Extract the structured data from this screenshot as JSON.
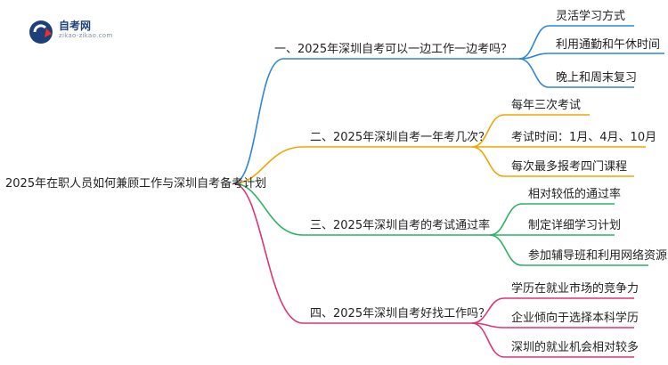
{
  "logo": {
    "title": "自考网",
    "subtitle": "zikao-zikao.com",
    "icon": "zikao-logo-icon"
  },
  "colors": {
    "branch1": "#2f86d6",
    "branch2": "#f0a500",
    "branch3": "#28b463",
    "branch4": "#e0327a"
  },
  "mindmap": {
    "root": "2025年在职人员如何兼顾工作与深圳自考备考计划",
    "branches": [
      {
        "label": "一、2025年深圳自考可以一边工作一边考吗？",
        "leaves": [
          "灵活学习方式",
          "利用通勤和午休时间",
          "晚上和周末复习"
        ]
      },
      {
        "label": "二、2025年深圳自考一年考几次？",
        "leaves": [
          "每年三次考试",
          "考试时间：1月、4月、10月",
          "每次最多报考四门课程"
        ]
      },
      {
        "label": "三、2025年深圳自考的考试通过率",
        "leaves": [
          "相对较低的通过率",
          "制定详细学习计划",
          "参加辅导班和利用网络资源"
        ]
      },
      {
        "label": "四、2025年深圳自考好找工作吗？",
        "leaves": [
          "学历在就业市场的竞争力",
          "企业倾向于选择本科学历",
          "深圳的就业机会相对较多"
        ]
      }
    ]
  }
}
